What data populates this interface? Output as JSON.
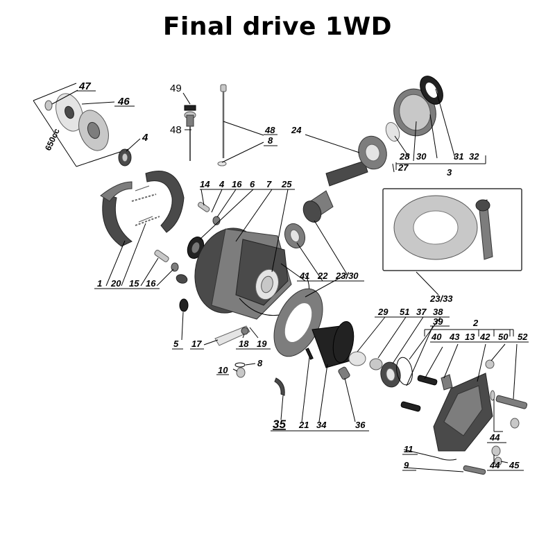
{
  "title": "Final drive 1WD",
  "variant_note": "650cc",
  "labels": {
    "n47": "47",
    "n46": "46",
    "n4a": "4",
    "n49": "49",
    "n48a": "48",
    "n48b": "48",
    "n8a": "8",
    "n24": "24",
    "n28": "28",
    "n30": "30",
    "n31": "31",
    "n32": "32",
    "n27": "27",
    "n3": "3",
    "n14": "14",
    "n4b": "4",
    "n16a": "16",
    "n6": "6",
    "n7": "7",
    "n25": "25",
    "n1": "1",
    "n20": "20",
    "n15": "15",
    "n16b": "16",
    "n41": "41",
    "n22": "22",
    "n23_30": "23/30",
    "n23_33": "23/33",
    "n5": "5",
    "n17": "17",
    "n18": "18",
    "n19": "19",
    "n10": "10",
    "n8b": "8",
    "n29": "29",
    "n51": "51",
    "n37": "37",
    "n38": "38",
    "n39": "39",
    "n2": "2",
    "n40": "40",
    "n43": "43",
    "n13": "13",
    "n42": "42",
    "n50": "50",
    "n52": "52",
    "n35": "35",
    "n21": "21",
    "n34": "34",
    "n36": "36",
    "n44a": "44",
    "n44b": "44",
    "n45": "45",
    "n11": "11",
    "n9": "9"
  }
}
